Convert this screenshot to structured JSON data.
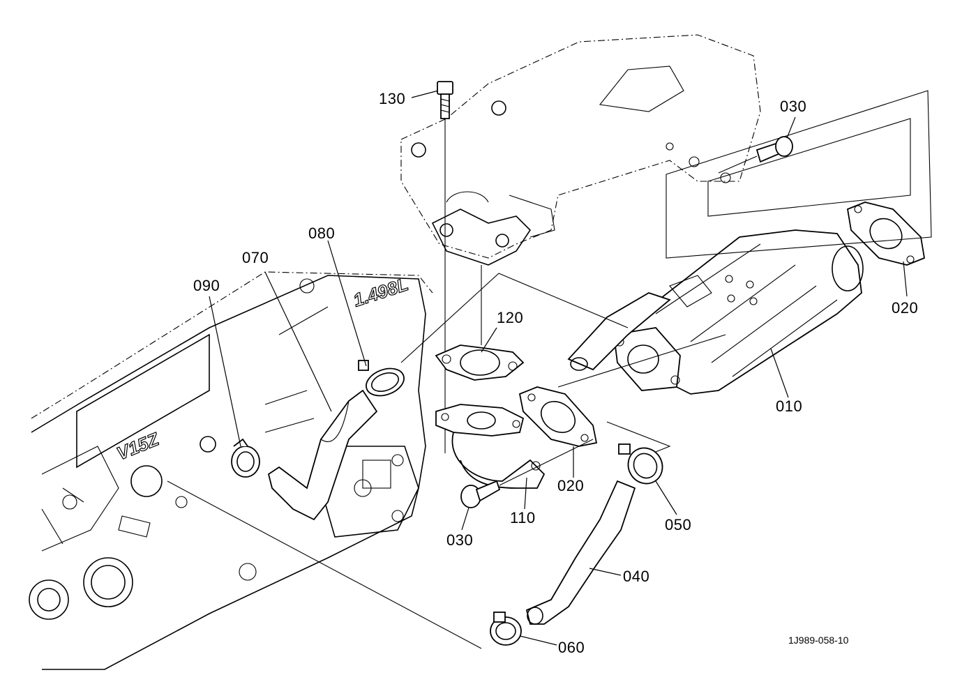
{
  "diagram": {
    "type": "exploded-parts-view",
    "subject": "EGR cooler assembly",
    "drawing_code": "1J989-058-10",
    "casting_marks": [
      "V15Z",
      "1.498L"
    ],
    "callouts": [
      {
        "id": "010",
        "label": "010",
        "part": "egr-cooler"
      },
      {
        "id": "020a",
        "label": "020",
        "part": "gasket-rear"
      },
      {
        "id": "020b",
        "label": "020",
        "part": "gasket-front"
      },
      {
        "id": "030a",
        "label": "030",
        "part": "bolt-upper"
      },
      {
        "id": "030b",
        "label": "030",
        "part": "bolt-lower"
      },
      {
        "id": "040",
        "label": "040",
        "part": "hose-lower"
      },
      {
        "id": "050",
        "label": "050",
        "part": "clamp-upper-right"
      },
      {
        "id": "060",
        "label": "060",
        "part": "clamp-lower"
      },
      {
        "id": "070",
        "label": "070",
        "part": "hose-upper"
      },
      {
        "id": "080",
        "label": "080",
        "part": "clamp-upper"
      },
      {
        "id": "090",
        "label": "090",
        "part": "clamp-left"
      },
      {
        "id": "110",
        "label": "110",
        "part": "flange-pipe"
      },
      {
        "id": "120",
        "label": "120",
        "part": "gasket-flange"
      },
      {
        "id": "130",
        "label": "130",
        "part": "bolt-top"
      }
    ]
  }
}
